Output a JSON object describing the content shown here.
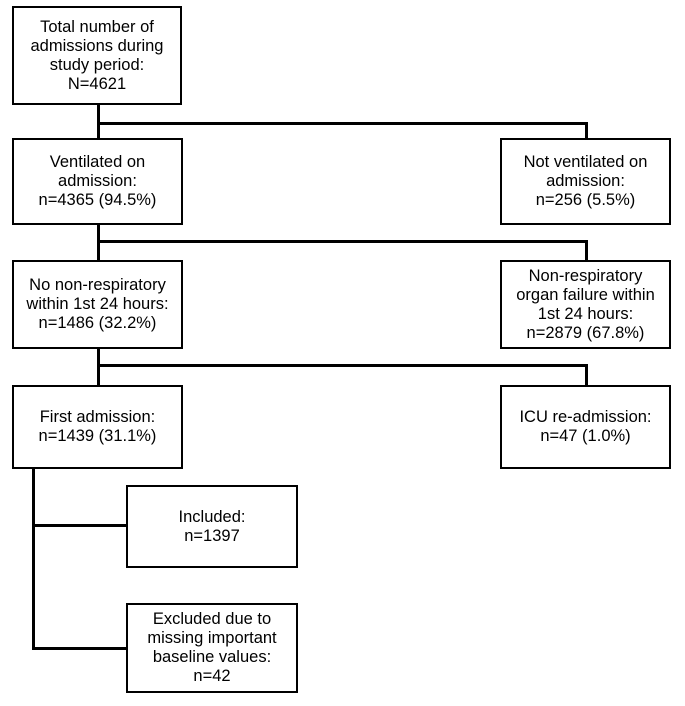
{
  "flowchart": {
    "total": {
      "lines": [
        "Total number of",
        "admissions during",
        "study period:",
        "N=4621"
      ]
    },
    "ventilated": {
      "lines": [
        "Ventilated on",
        "admission:",
        "n=4365 (94.5%)"
      ]
    },
    "not_ventilated": {
      "lines": [
        "Not ventilated on",
        "admission:",
        "n=256 (5.5%)"
      ]
    },
    "no_non_respiratory": {
      "lines": [
        "No non-respiratory",
        "within 1st 24 hours:",
        "n=1486 (32.2%)"
      ]
    },
    "non_respiratory_failure": {
      "lines": [
        "Non-respiratory",
        "organ failure within",
        "1st 24 hours:",
        "n=2879 (67.8%)"
      ]
    },
    "first_admission": {
      "lines": [
        "First admission:",
        "n=1439 (31.1%)"
      ]
    },
    "icu_readmission": {
      "lines": [
        "ICU re-admission:",
        "n=47 (1.0%)"
      ]
    },
    "included": {
      "lines": [
        "Included:",
        "n=1397"
      ]
    },
    "excluded": {
      "lines": [
        "Excluded due to",
        "missing important",
        "baseline values:",
        "n=42"
      ]
    }
  }
}
